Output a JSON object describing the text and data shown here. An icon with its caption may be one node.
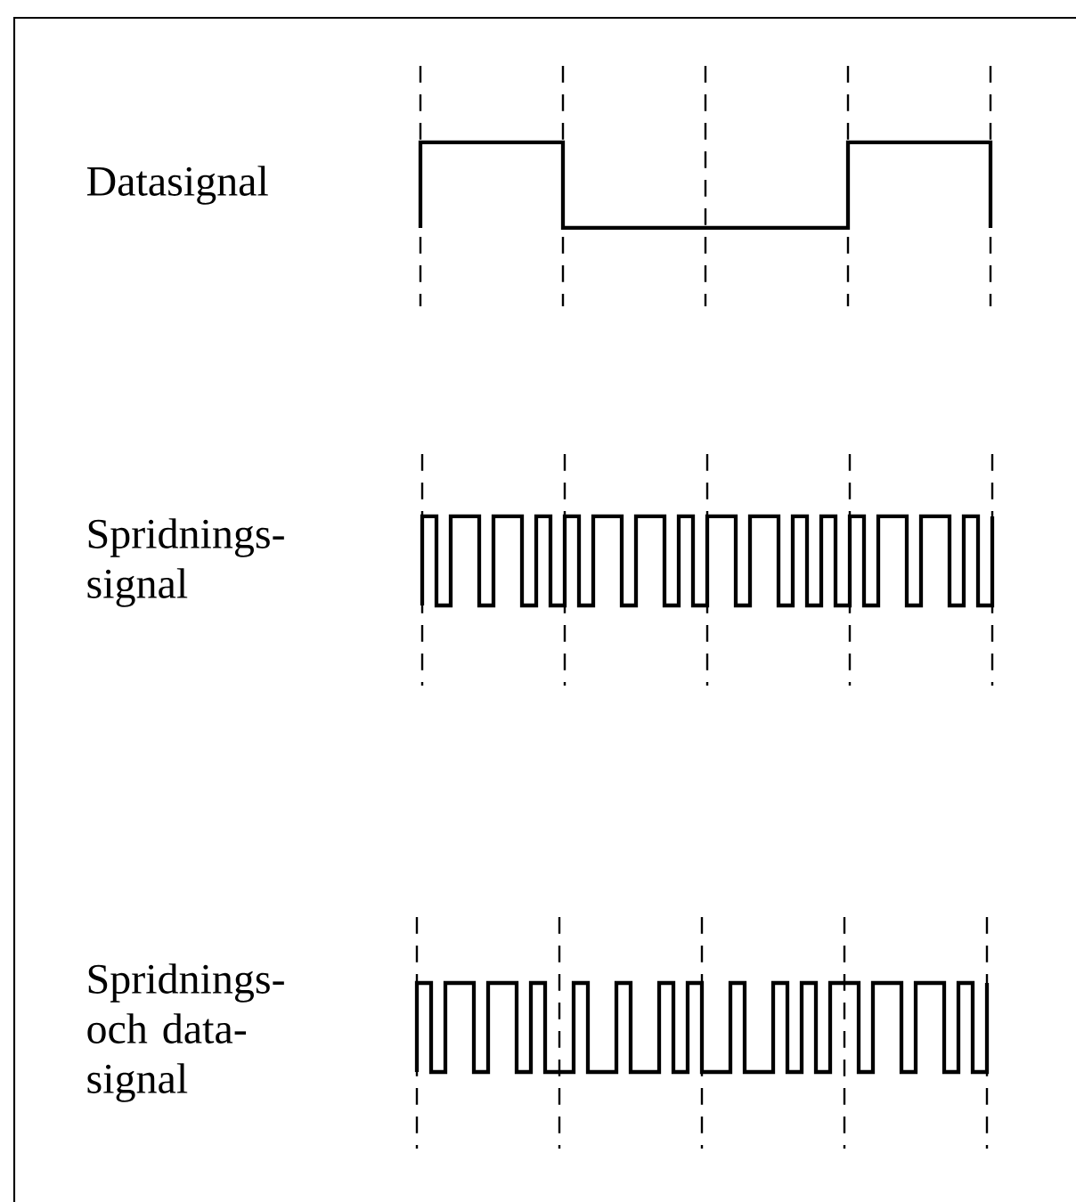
{
  "diagram": {
    "labels": [
      "Datasignal",
      "Spridnings- signal",
      "Spridnings- och data- signal"
    ]
  }
}
